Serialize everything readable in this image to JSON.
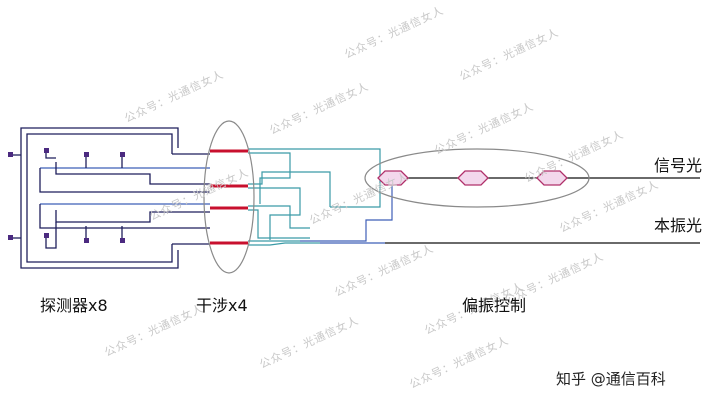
{
  "labels": {
    "signal": "信号光",
    "local": "本振光",
    "detectors": "探测器x8",
    "interference": "干涉x4",
    "polarization": "偏振控制"
  },
  "credit": "知乎 @通信百科",
  "watermark": "公众号：光通信女人",
  "colors": {
    "waveguide_dark": "#1f1f5c",
    "waveguide_teal": "#3a9aa6",
    "waveguide_blue": "#3f5fb8",
    "coupler_red": "#c8102e",
    "detector_pad": "#4b2a80",
    "ellipse": "#8a8a8a",
    "controller_fill": "#f3d8ec",
    "controller_stroke": "#b0306a"
  }
}
